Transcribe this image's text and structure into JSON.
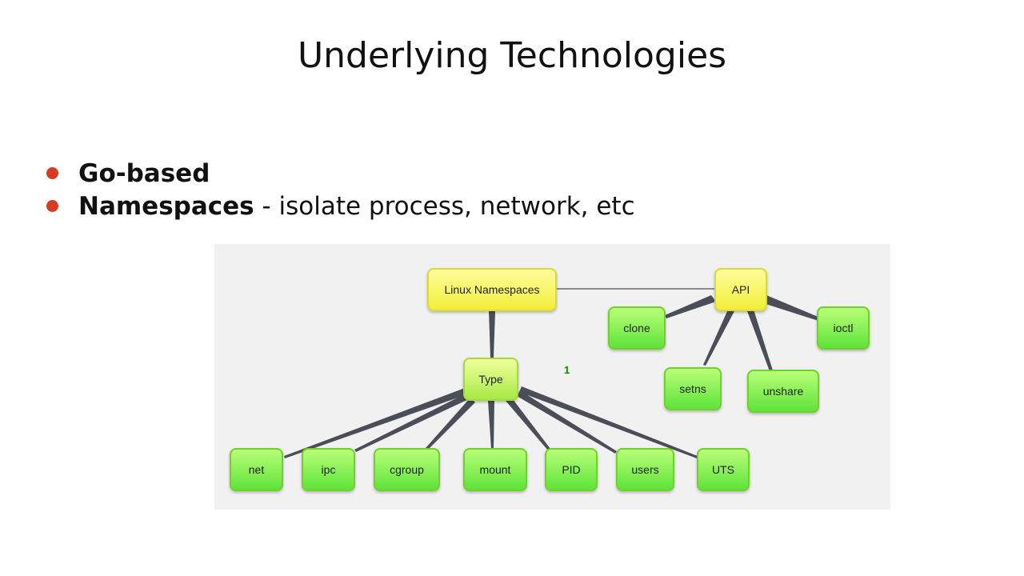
{
  "slide": {
    "title": "Underlying Technologies",
    "bullets": [
      {
        "bold": "Go-based",
        "rest": ""
      },
      {
        "bold": "Namespaces",
        "rest": " - isolate process, network, etc"
      }
    ]
  },
  "diagram": {
    "nodes": {
      "linux_namespaces": "Linux Namespaces",
      "api": "API",
      "clone": "clone",
      "ioctl": "ioctl",
      "setns": "setns",
      "unshare": "unshare",
      "type": "Type",
      "net": "net",
      "ipc": "ipc",
      "cgroup": "cgroup",
      "mount": "mount",
      "pid": "PID",
      "users": "users",
      "uts": "UTS"
    },
    "badge": "1",
    "colors": {
      "edge": "#4b4e58",
      "bullet": "#d63b25",
      "node_green": "#5fe33a",
      "node_yellow": "#f2ee3a"
    }
  }
}
